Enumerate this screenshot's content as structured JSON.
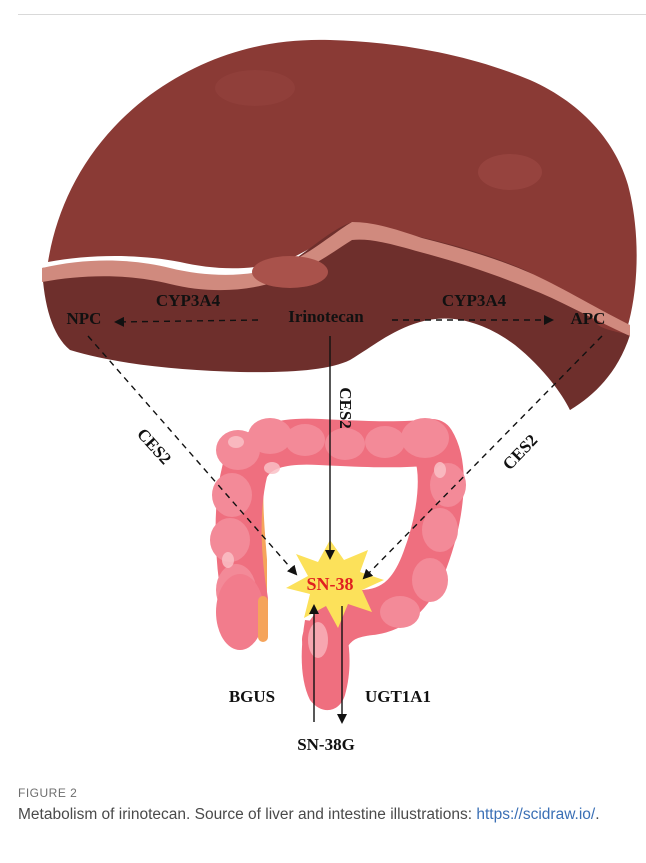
{
  "figure": {
    "labels": {
      "irinotecan": "Irinotecan",
      "npc": "NPC",
      "apc": "APC",
      "cyp3a4_left": "CYP3A4",
      "cyp3a4_right": "CYP3A4",
      "ces2_center": "CES2",
      "ces2_left": "CES2",
      "ces2_right": "CES2",
      "sn38": "SN-38",
      "sn38g": "SN-38G",
      "bgus": "BGUS",
      "ugt1a1": "UGT1A1"
    },
    "colors": {
      "liver": "#8a3a35",
      "liver_lower": "#6e2f2c",
      "liver_band": "#d08a7e",
      "intestine": "#ef6f7f",
      "intestine_light": "#f7a6b0",
      "intestine_inner": "#f5a45b",
      "star": "#fce15a",
      "sn38_text": "#e02020"
    }
  },
  "caption": {
    "label": "FIGURE 2",
    "text": "Metabolism of irinotecan. Source of liver and intestine illustrations: ",
    "link": "https://scidraw.io/",
    "trailing": "."
  }
}
